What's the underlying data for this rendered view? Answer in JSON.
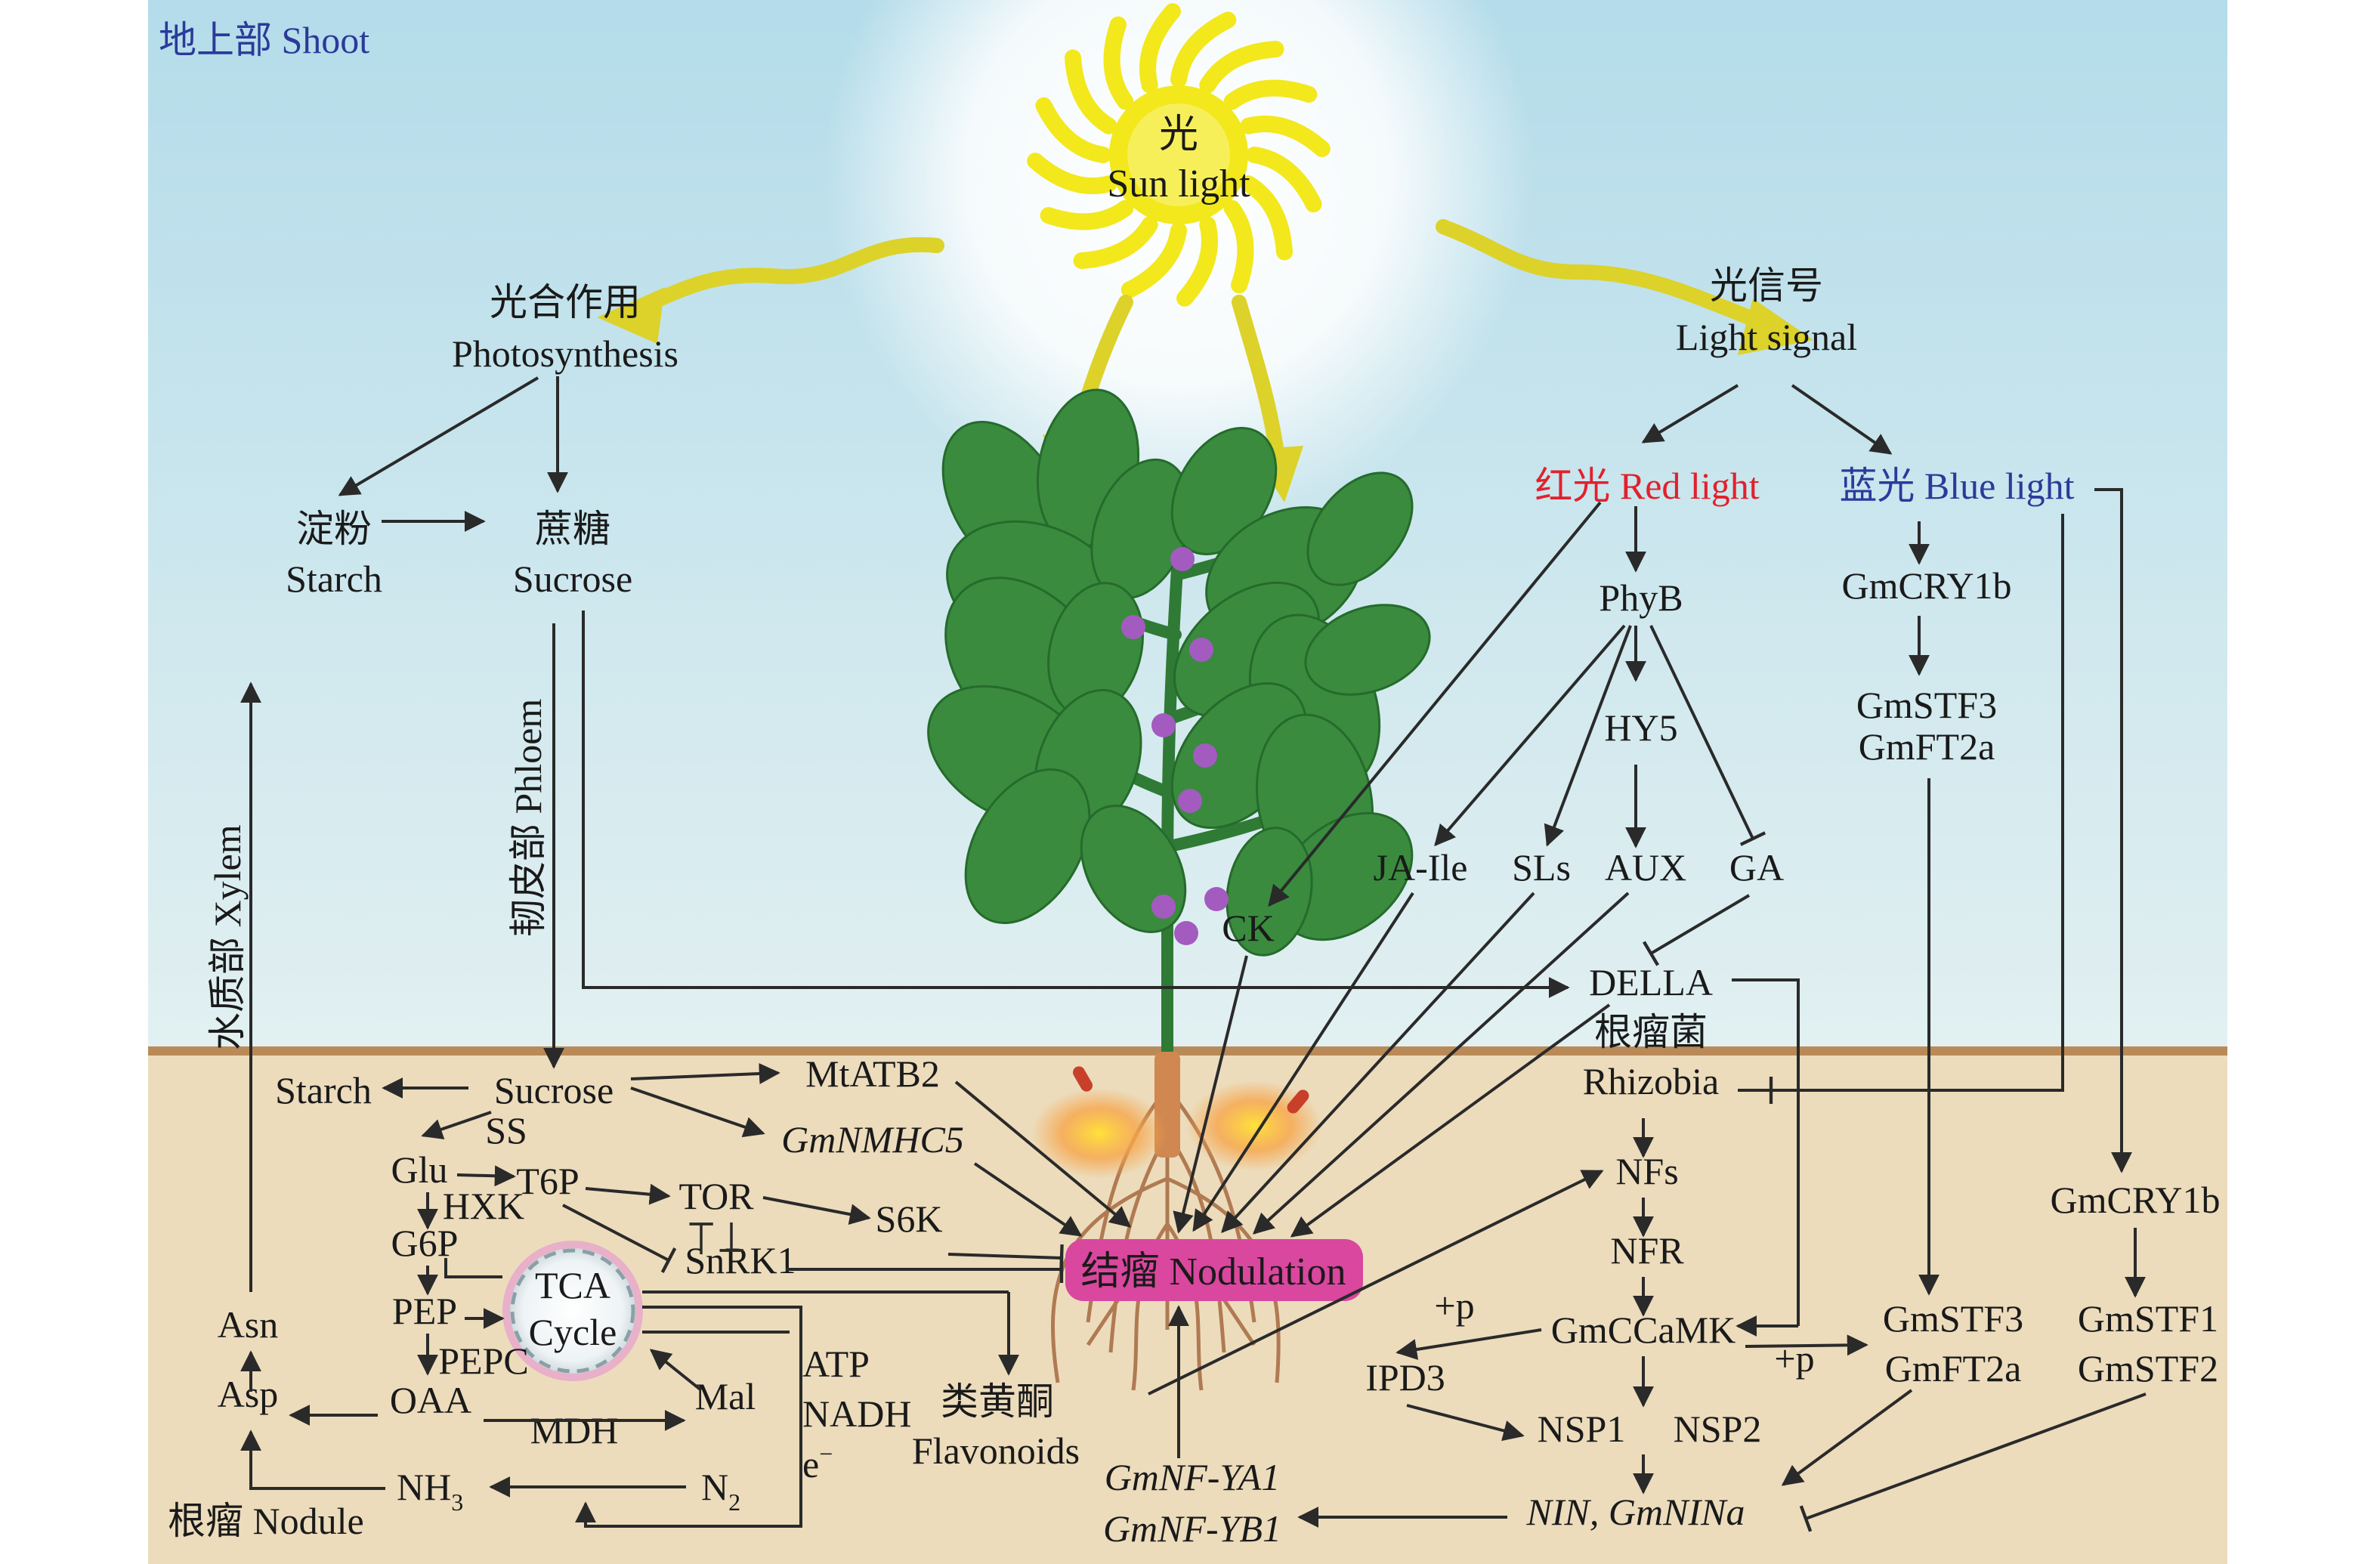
{
  "zones": {
    "shoot": "地上部 Shoot",
    "nodule": "根瘤 Nodule"
  },
  "sun": {
    "zh": "光",
    "en": "Sun light"
  },
  "shoot": {
    "photosynthesis_zh": "光合作用",
    "photosynthesis_en": "Photosynthesis",
    "starch_zh": "淀粉",
    "starch_en": "Starch",
    "sucrose_zh": "蔗糖",
    "sucrose_en": "Sucrose",
    "phloem": "韧皮部 Phloem",
    "xylem": "水质部 Xylem",
    "light_signal_zh": "光信号",
    "light_signal_en": "Light signal",
    "red_light": "红光 Red light",
    "blue_light": "蓝光 Blue light",
    "phyb": "PhyB",
    "hy5": "HY5",
    "ja": "JA-Ile",
    "sls": "SLs",
    "aux": "AUX",
    "ga": "GA",
    "ck": "CK",
    "della": "DELLA",
    "gmcry1b": "GmCRY1b",
    "gmstf3": "GmSTF3",
    "gmft2a": "GmFT2a"
  },
  "root": {
    "starch": "Starch",
    "sucrose": "Sucrose",
    "ss": "SS",
    "mtatb2": "MtATB2",
    "gmnmhc5": "GmNMHC5",
    "glu": "Glu",
    "t6p": "T6P",
    "tor": "TOR",
    "hxk": "HXK",
    "g6p": "G6P",
    "snrk1": "SnRK1",
    "s6k": "S6K",
    "tca_line1": "TCA",
    "tca_line2": "Cycle",
    "pep": "PEP",
    "pepc": "PEPC",
    "oaa": "OAA",
    "mdh": "MDH",
    "mal": "Mal",
    "asn": "Asn",
    "asp": "Asp",
    "nh3": "NH",
    "nh3_sub": "3",
    "n2": "N",
    "n2_sub": "2",
    "atp": "ATP",
    "nadh": "NADH",
    "e": "e",
    "e_sup": "−",
    "flavonoids_zh": "类黄酮",
    "flavonoids_en": "Flavonoids",
    "nodulation": "结瘤 Nodulation",
    "gmnfya1": "GmNF-YA1",
    "gmnfyb1": "GmNF-YB1",
    "rhizobia_zh": "根瘤菌",
    "rhizobia_en": "Rhizobia",
    "nfs": "NFs",
    "nfr": "NFR",
    "gmccamk": "GmCCaMK",
    "plus_p": "+p",
    "ipd3": "IPD3",
    "nsp1": "NSP1",
    "nsp2": "NSP2",
    "nin": "NIN, ",
    "gmnina": "GmNINa",
    "gmstf3": "GmSTF3",
    "gmft2a": "GmFT2a",
    "gmcry1b": "GmCRY1b",
    "gmstf1": "GmSTF1",
    "gmstf2": "GmSTF2"
  },
  "colors": {
    "sky_top": "#b4dcea",
    "sky_bottom": "#e4f1f2",
    "soil": "#ecdcbc",
    "soil_line": "#b98a57",
    "sun": "#f2e81c",
    "sun_ray": "#dcd22a",
    "leaf": "#3a8b3e",
    "leaf_dark": "#256b2c",
    "flower": "#a35bc0",
    "nodulation_box": "#d9479e",
    "shoot_label": "#2b3a9a",
    "red_light": "#e1212b",
    "blue_light": "#2b3a9a"
  }
}
